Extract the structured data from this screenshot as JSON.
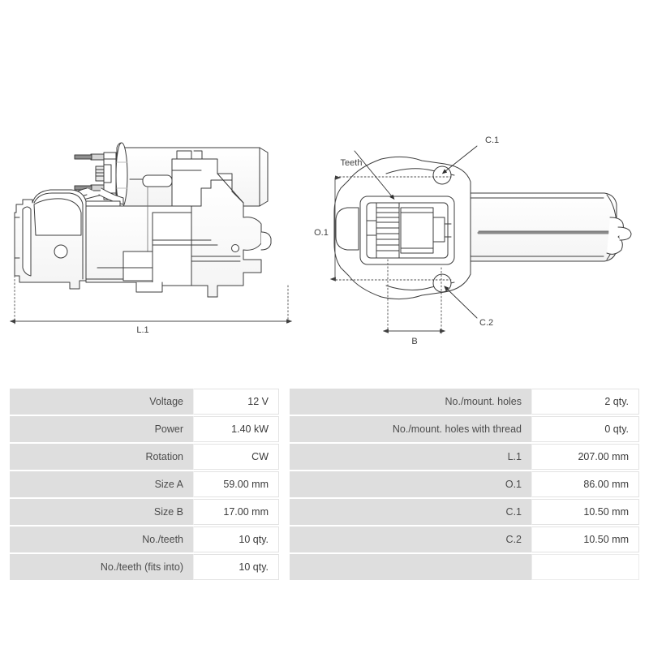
{
  "diagram": {
    "left_view": {
      "name": "starter-motor-side-view",
      "dimension_labels": [
        {
          "id": "L1",
          "text": "L.1"
        }
      ]
    },
    "right_view": {
      "name": "starter-motor-drive-end-view",
      "callouts": [
        {
          "id": "teeth",
          "text": "Teeth"
        },
        {
          "id": "C1",
          "text": "C.1"
        },
        {
          "id": "C2",
          "text": "C.2"
        }
      ],
      "dimension_labels": [
        {
          "id": "O1",
          "text": "O.1"
        },
        {
          "id": "B",
          "text": "B"
        }
      ]
    },
    "line_color": "#3c3c3c",
    "dim_color": "#4a4a4a",
    "shaft_color": "#8a8a8a"
  },
  "spec_table": {
    "left_column": [
      {
        "label": "Voltage",
        "value": "12 V"
      },
      {
        "label": "Power",
        "value": "1.40 kW"
      },
      {
        "label": "Rotation",
        "value": "CW"
      },
      {
        "label": "Size A",
        "value": "59.00 mm"
      },
      {
        "label": "Size B",
        "value": "17.00 mm"
      },
      {
        "label": "No./teeth",
        "value": "10 qty."
      },
      {
        "label": "No./teeth (fits into)",
        "value": "10 qty."
      }
    ],
    "right_column": [
      {
        "label": "No./mount. holes",
        "value": "2 qty."
      },
      {
        "label": "No./mount. holes with thread",
        "value": "0 qty."
      },
      {
        "label": "L.1",
        "value": "207.00 mm"
      },
      {
        "label": "O.1",
        "value": "86.00 mm"
      },
      {
        "label": "C.1",
        "value": "10.50 mm"
      },
      {
        "label": "C.2",
        "value": "10.50 mm"
      },
      {
        "label": "",
        "value": ""
      }
    ],
    "label_bg": "#dedede",
    "value_bg": "#ffffff"
  }
}
